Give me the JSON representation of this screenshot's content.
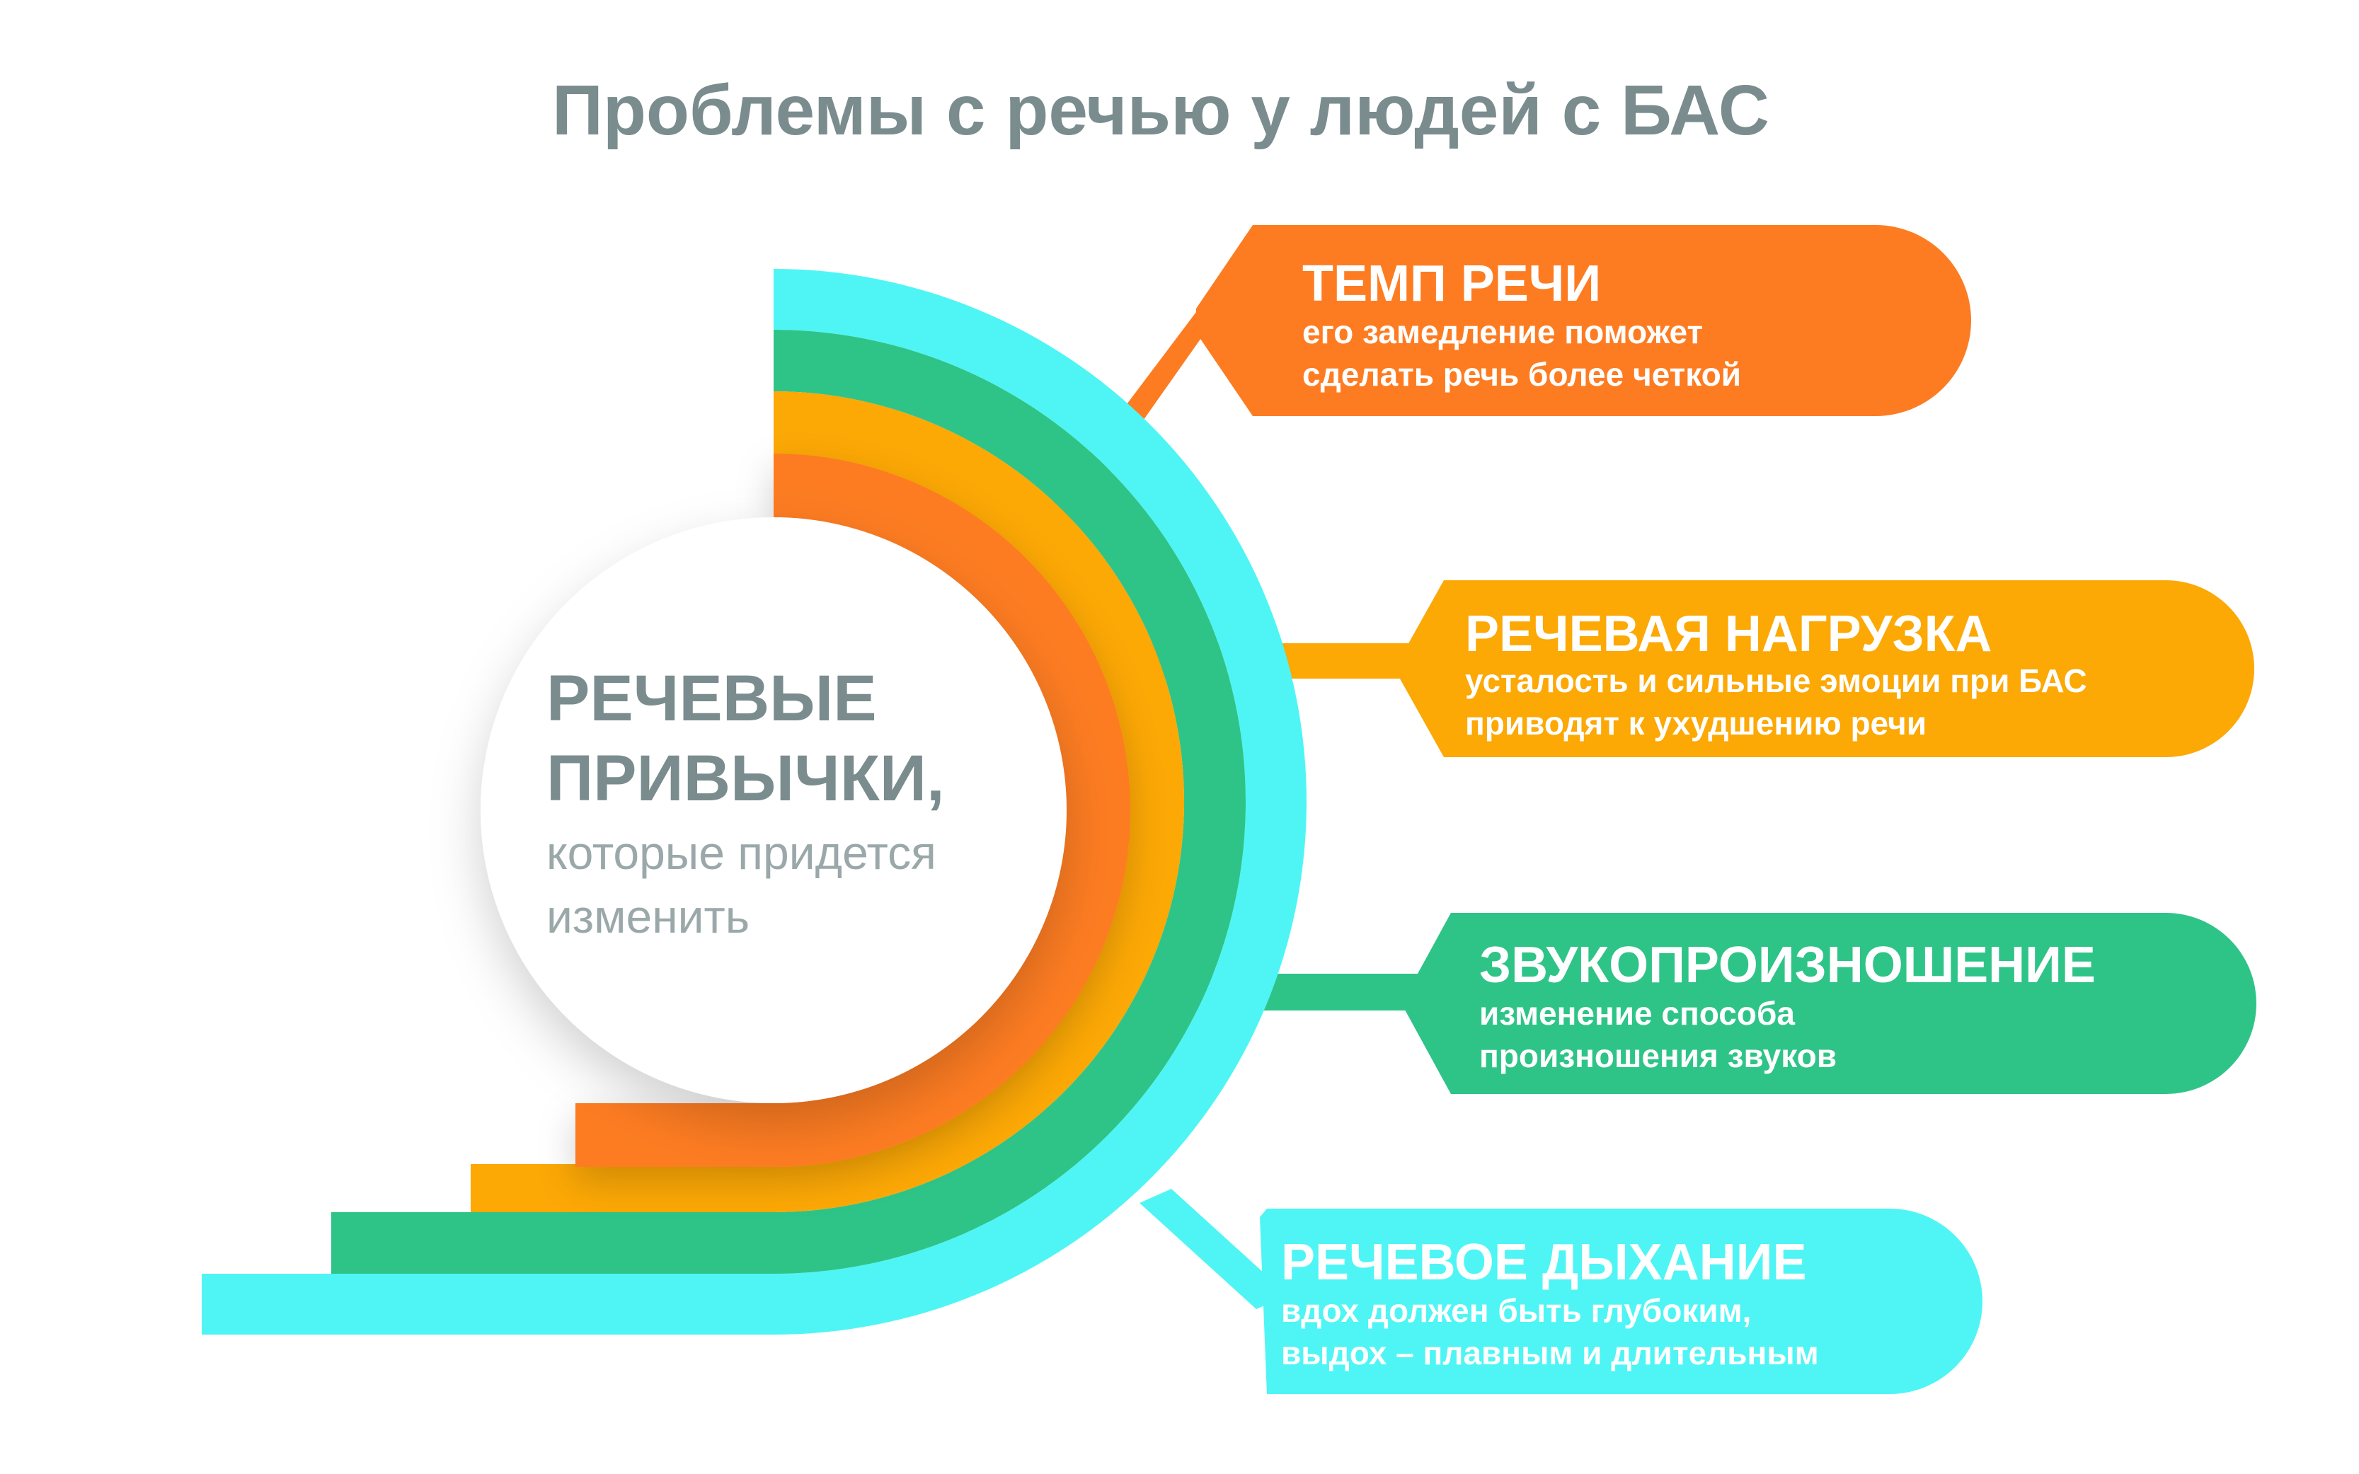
{
  "title": "Проблемы с речью у людей с БАС",
  "center": {
    "line1": "РЕЧЕВЫЕ",
    "line2": "ПРИВЫЧКИ,",
    "sub1": "которые придется",
    "sub2": "изменить"
  },
  "colors": {
    "title": "#7a8c8e",
    "center_text": "#7a8c8e",
    "center_sub": "#9aa8aa",
    "cyan": "#4ff5f5",
    "green": "#2ec487",
    "yellow": "#fca805",
    "orange": "#fd7c22"
  },
  "items": [
    {
      "title": "ТЕМП РЕЧИ",
      "line1": "его замедление поможет",
      "line2": "сделать речь более четкой",
      "color": "#fd7c22"
    },
    {
      "title": "РЕЧЕВАЯ НАГРУЗКА",
      "line1": "усталость и сильные эмоции при БАС",
      "line2": "приводят к ухудшению речи",
      "color": "#fca805"
    },
    {
      "title": "ЗВУКОПРОИЗНОШЕНИЕ",
      "line1": "изменение способа",
      "line2": "произношения звуков",
      "color": "#2ec487"
    },
    {
      "title": "РЕЧЕВОЕ ДЫХАНИЕ",
      "line1": "вдох должен быть глубоким,",
      "line2": "выдох – плавным и длительным",
      "color": "#4ff5f5"
    }
  ]
}
